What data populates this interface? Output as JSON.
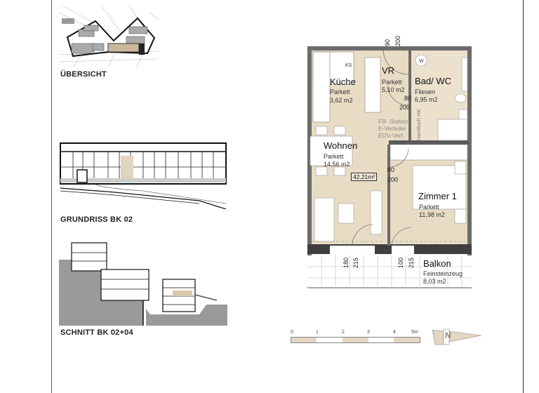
{
  "left_panel": {
    "overview_caption": "ÜBERSICHT",
    "floorplan_caption": "GRUNDRISS BK 02",
    "section_caption": "SCHNITT BK 02+04"
  },
  "plan": {
    "rooms": [
      {
        "name": "Küche",
        "floor": "Parkett",
        "area": "3,62 m2"
      },
      {
        "name": "VR",
        "floor": "Parkett",
        "area": "5,10 m2"
      },
      {
        "name": "Bad/ WC",
        "floor": "Fliesen",
        "area": "6,95 m2"
      },
      {
        "name": "Wohnen",
        "floor": "Parkett",
        "area": "14,56 m2"
      },
      {
        "name": "Zimmer 1",
        "floor": "Parkett",
        "area": "11,98 m2"
      },
      {
        "name": "Balkon",
        "floor": "Feinsteinzeug",
        "area": "8,03 m2"
      }
    ],
    "total_area": "42,21m²",
    "kitchen_label": "KS",
    "washer_label": "W",
    "utility_note": [
      "FB- Station",
      "E-Verteiler",
      "EDV-Vert."
    ],
    "bath_wall_note": "Handtuch HK",
    "dimensions": {
      "entry_door_width": "90",
      "entry_door_height": "200",
      "bath_door_width": "80",
      "bath_door_height": "200",
      "room_door_width": "80",
      "room_door_height": "200",
      "living_window_width": "180",
      "living_window_height": "215",
      "room_window_width": "100",
      "room_window_height": "215"
    }
  },
  "scale_bar": {
    "ticks": [
      "0",
      "1",
      "2",
      "3",
      "4",
      "5m"
    ]
  },
  "north_arrow": {
    "label": "N"
  },
  "colors": {
    "floor_fill": "#e9dcc5",
    "wall": "#5a5a5a",
    "highlight": "#cbb79a"
  }
}
